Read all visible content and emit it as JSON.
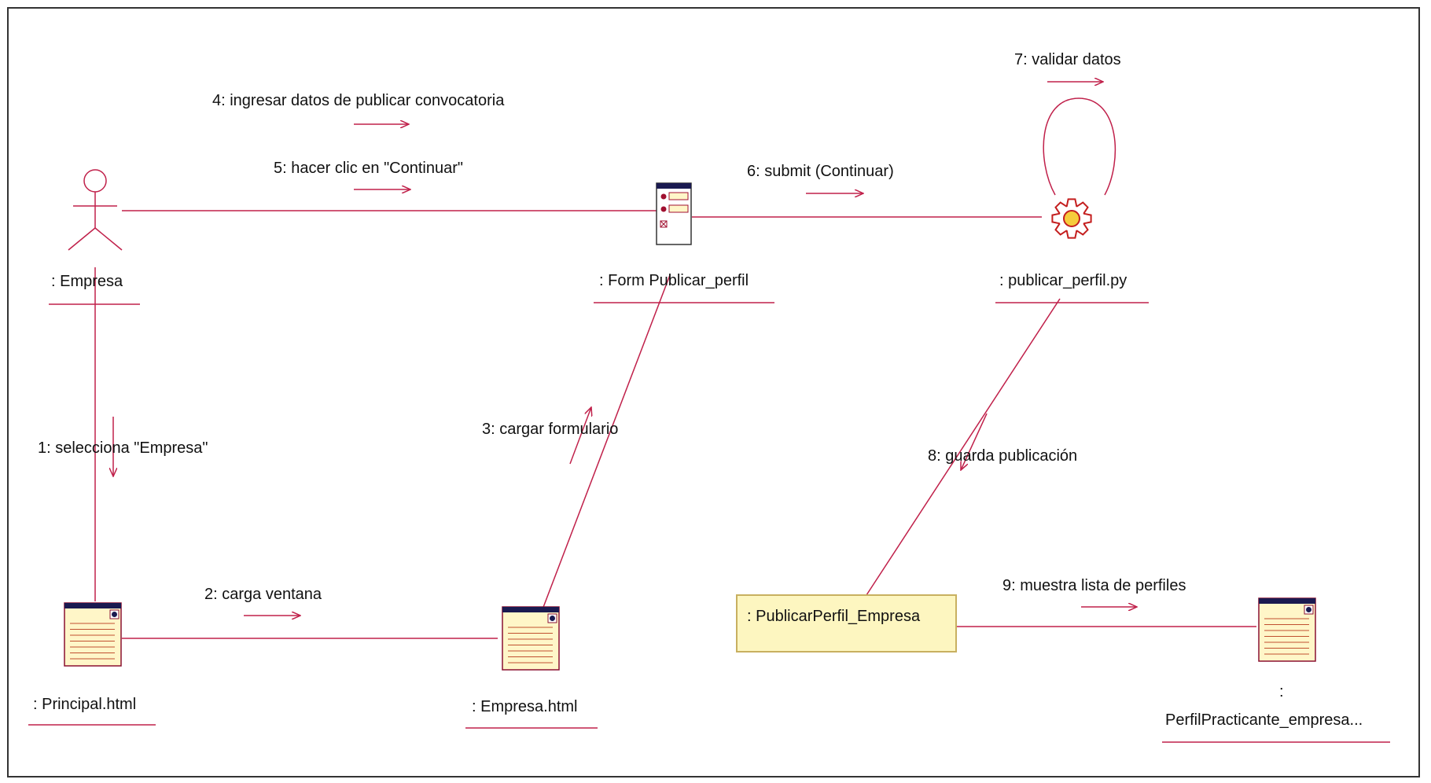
{
  "messages": {
    "m1": "1: selecciona \"Empresa\"",
    "m2": "2: carga ventana",
    "m3": "3: cargar formulario",
    "m4": "4: ingresar datos de publicar convocatoria",
    "m5": "5: hacer clic en \"Continuar\"",
    "m6": "6: submit (Continuar)",
    "m7": "7: validar datos",
    "m8": "8: guarda publicación",
    "m9": "9: muestra lista de perfiles"
  },
  "objects": {
    "actor": ": Empresa",
    "form": ": Form Publicar_perfil",
    "script": ": publicar_perfil.py",
    "principal": ": Principal.html",
    "empresa_html": ": Empresa.html",
    "entity": ": PublicarPerfil_Empresa",
    "perfil_colon": ":",
    "perfil_name": "PerfilPracticante_empresa..."
  },
  "colors": {
    "line": "#c0204a",
    "frame": "#333333",
    "icon_fill": "#fff6c8",
    "icon_border": "#8a1030",
    "icon_header": "#1a1a50",
    "entity_fill": "#fdf6c0",
    "entity_border": "#c8b060",
    "gear": "#c41e1e"
  }
}
